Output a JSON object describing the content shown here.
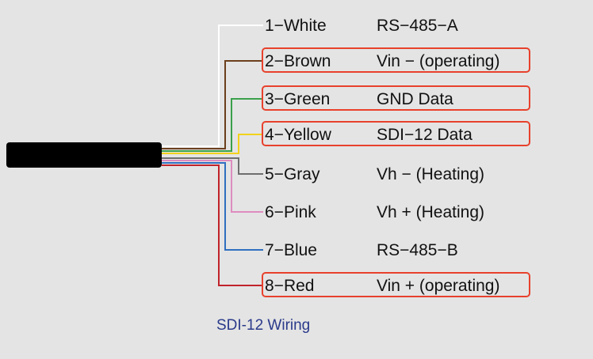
{
  "caption": "SDI-12 Wiring",
  "highlight_color": "#e8412c",
  "caption_color": "#2a3a8a",
  "cable_color": "#000000",
  "wires": [
    {
      "label": "1−White",
      "signal": "RS−485−A",
      "color": "#ffffff",
      "highlighted": false
    },
    {
      "label": "2−Brown",
      "signal": "Vin −  (operating)",
      "color": "#6b3f1c",
      "highlighted": true
    },
    {
      "label": "3−Green",
      "signal": "GND Data",
      "color": "#3aa04a",
      "highlighted": true
    },
    {
      "label": "4−Yellow",
      "signal": "SDI−12 Data",
      "color": "#f2d21b",
      "highlighted": true
    },
    {
      "label": "5−Gray",
      "signal": "Vh − (Heating)",
      "color": "#6e6e6e",
      "highlighted": false
    },
    {
      "label": "6−Pink",
      "signal": "Vh + (Heating)",
      "color": "#de8cc0",
      "highlighted": false
    },
    {
      "label": "7−Blue",
      "signal": "RS−485−B",
      "color": "#2f6fc0",
      "highlighted": false
    },
    {
      "label": "8−Red",
      "signal": "Vin + (operating)",
      "color": "#c0232b",
      "highlighted": true
    }
  ]
}
